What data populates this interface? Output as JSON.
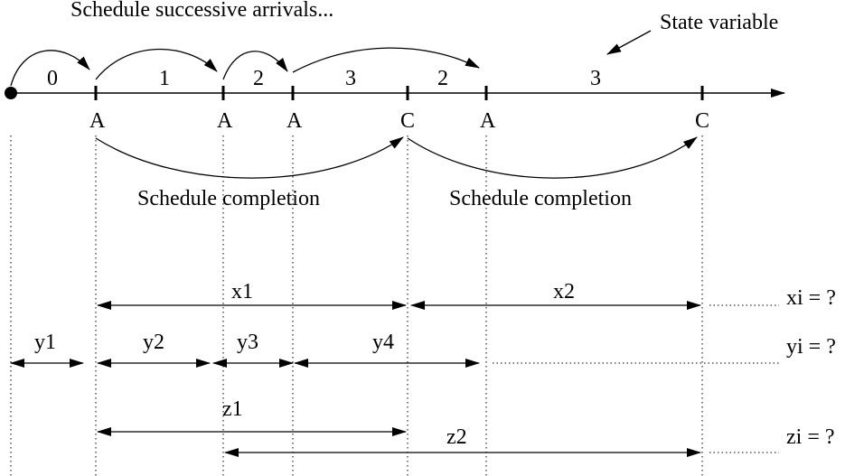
{
  "title_top": "Schedule successive arrivals...",
  "state_variable_label": "State variable",
  "state_values": [
    "0",
    "1",
    "2",
    "3",
    "2",
    "3"
  ],
  "event_labels": [
    "A",
    "A",
    "A",
    "C",
    "A",
    "C"
  ],
  "schedule_completion_1": "Schedule completion",
  "schedule_completion_2": "Schedule completion",
  "x_labels": [
    "x1",
    "x2"
  ],
  "y_labels": [
    "y1",
    "y2",
    "y3",
    "y4"
  ],
  "z_labels": [
    "z1",
    "z2"
  ],
  "xi_label": "xi = ?",
  "yi_label": "yi = ?",
  "zi_label": "zi = ?",
  "colors": {
    "ink": "#000000",
    "background": "#ffffff"
  }
}
